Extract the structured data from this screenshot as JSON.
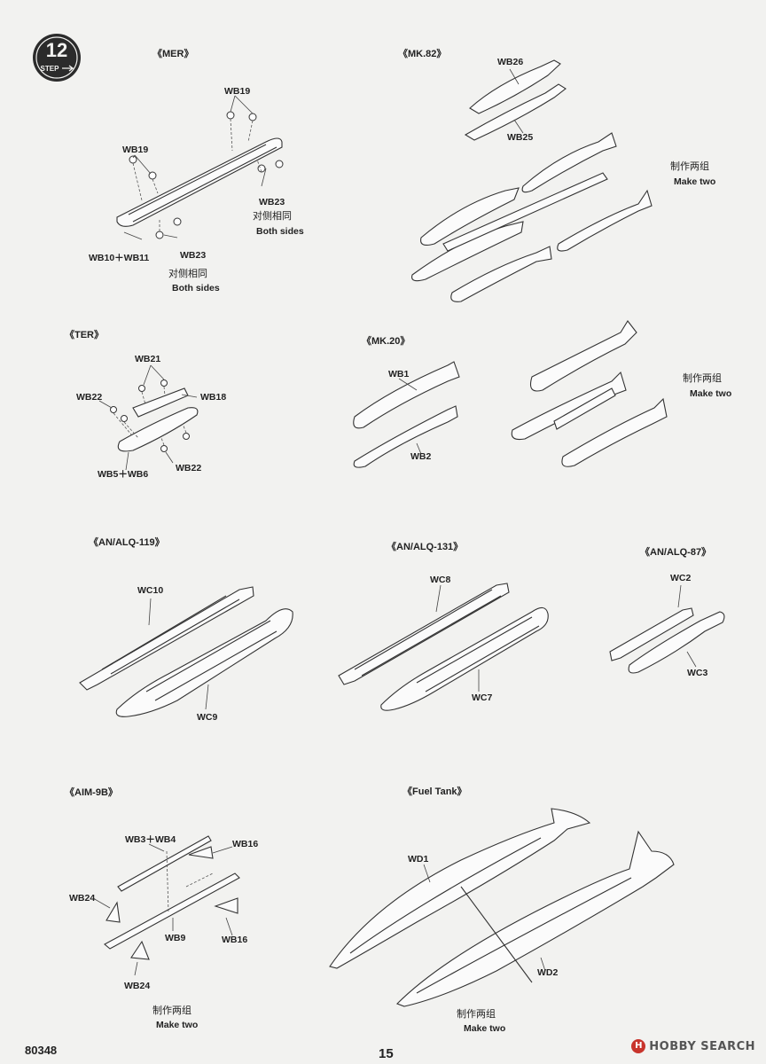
{
  "step": {
    "number": "12",
    "label": "STEP"
  },
  "sections": {
    "mer": {
      "title": "《MER》",
      "parts": [
        "WB19",
        "WB19",
        "WB23",
        "WB10＋WB11",
        "WB23"
      ],
      "note_zh_1": "对侧相同",
      "note_en_1": "Both sides",
      "note_zh_2": "对侧相同",
      "note_en_2": "Both sides"
    },
    "mk82": {
      "title": "《MK.82》",
      "parts": [
        "WB26",
        "WB25"
      ],
      "note_zh": "制作两组",
      "note_en": "Make two"
    },
    "ter": {
      "title": "《TER》",
      "parts": [
        "WB21",
        "WB22",
        "WB18",
        "WB5＋WB6",
        "WB22"
      ]
    },
    "mk20": {
      "title": "《MK.20》",
      "parts": [
        "WB1",
        "WB2"
      ],
      "note_zh": "制作两组",
      "note_en": "Make two"
    },
    "alq119": {
      "title": "《AN/ALQ-119》",
      "parts": [
        "WC10",
        "WC9"
      ]
    },
    "alq131": {
      "title": "《AN/ALQ-131》",
      "parts": [
        "WC8",
        "WC7"
      ]
    },
    "alq87": {
      "title": "《AN/ALQ-87》",
      "parts": [
        "WC2",
        "WC3"
      ]
    },
    "aim9b": {
      "title": "《AIM-9B》",
      "parts": [
        "WB3＋WB4",
        "WB16",
        "WB24",
        "WB9",
        "WB16",
        "WB24"
      ],
      "note_zh": "制作两组",
      "note_en": "Make two"
    },
    "fueltank": {
      "title": "《Fuel Tank》",
      "parts": [
        "WD1",
        "WD2"
      ],
      "note_zh": "制作两组",
      "note_en": "Make two"
    }
  },
  "footer": {
    "code": "80348",
    "page": "15"
  },
  "watermark": {
    "brand": "HOBBY SEARCH",
    "mark": "H"
  }
}
